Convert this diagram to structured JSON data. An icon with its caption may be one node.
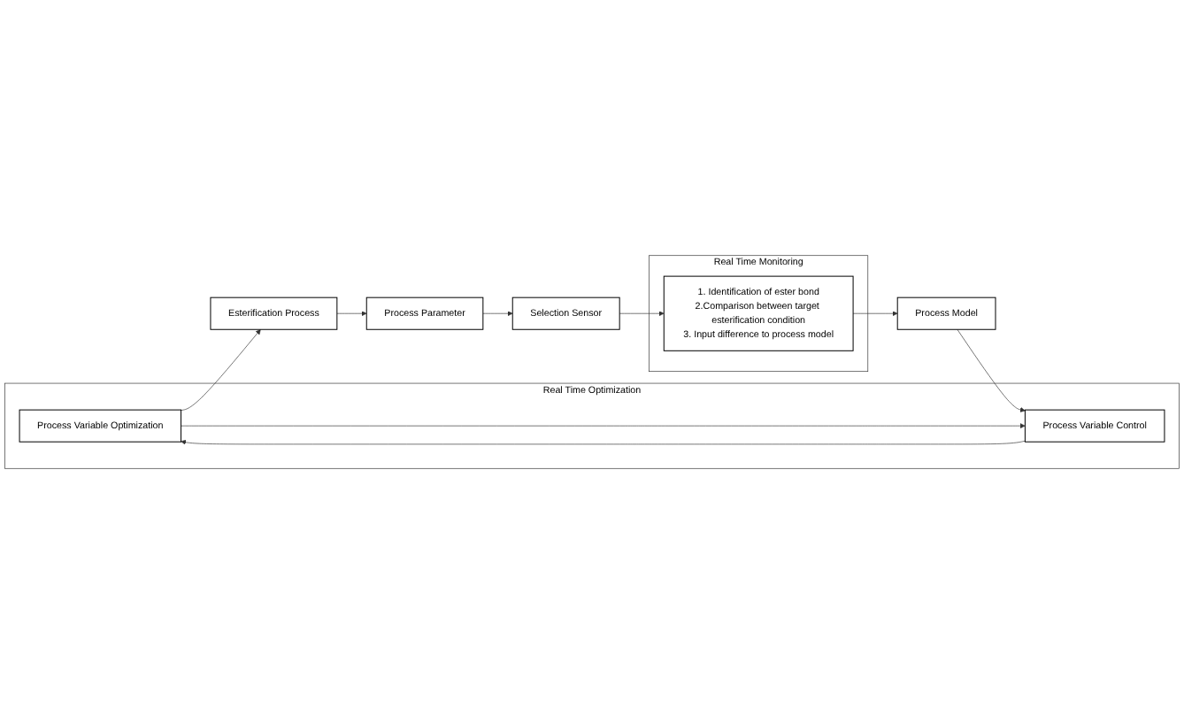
{
  "diagram": {
    "nodes": [
      {
        "text": [
          "Real Time Optimization"
        ]
      },
      {
        "text": [
          "Process Variable Optimization"
        ],
        "in": 0
      },
      {
        "text": [
          "Process Variable Control"
        ],
        "in": 0
      },
      {
        "text": [
          "Esterification Process"
        ]
      },
      {
        "text": [
          "Process Parameter"
        ]
      },
      {
        "text": [
          "Selection Sensor"
        ]
      },
      {
        "text": [
          "Real Time Monitoring"
        ]
      },
      {
        "text": [
          "1. Identification of ester bond",
          "2.Comparison between target esterification condition",
          "3. Input difference to process model"
        ],
        "in": 6
      },
      {
        "text": [
          "Process Model"
        ]
      }
    ],
    "edges": [
      {
        "from": 1,
        "to": 3,
        "arrow": "to"
      },
      {
        "from": 3,
        "to": 4,
        "arrow": "to"
      },
      {
        "from": 4,
        "to": 5,
        "arrow": "to"
      },
      {
        "from": 5,
        "to": 7,
        "arrow": "to"
      },
      {
        "from": 7,
        "to": 8,
        "arrow": "to"
      },
      {
        "from": 8,
        "to": 2,
        "arrow": "to"
      },
      {
        "from": 1,
        "to": 2,
        "arrow": "to"
      },
      {
        "from": 2,
        "to": 1,
        "arrow": "to"
      }
    ]
  }
}
